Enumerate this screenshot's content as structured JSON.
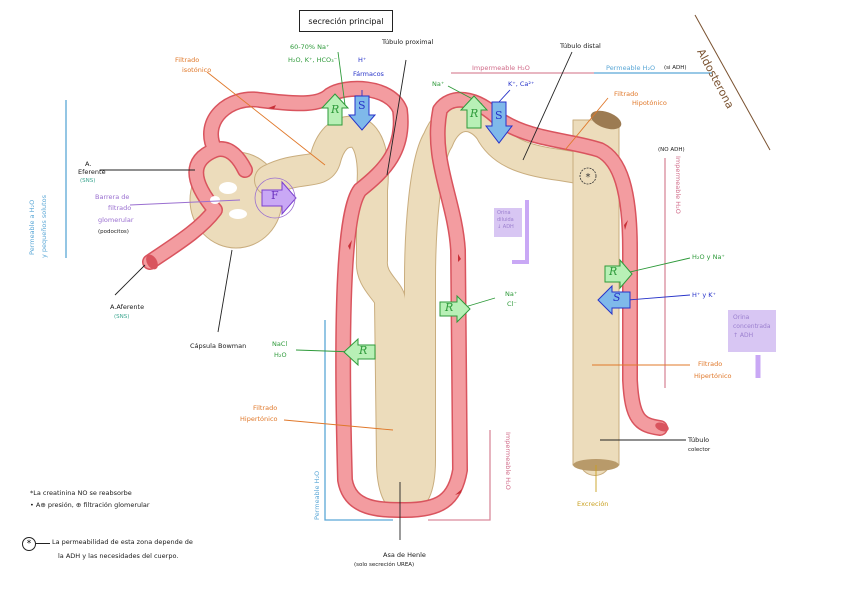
{
  "title": "secreción principal",
  "labels": {
    "tubulo_proximal": "Túbulo proximal",
    "tubulo_distal": "Túbulo distal",
    "tubulo_colector": [
      "Túbulo",
      "colector"
    ],
    "asa_henle": [
      "Asa de Henle",
      "(solo secreción UREA)"
    ],
    "capsula_bowman": "Cápsula Bowman",
    "a_eferente": [
      "A.",
      "Eferente",
      "(SNS)"
    ],
    "a_aferente": [
      "A.Aferente",
      "(SNS)"
    ],
    "barrera": [
      "Barrera de",
      "filtrado",
      "glomerular",
      "(podocitos)"
    ],
    "permeable_lateral": [
      "Permeable a H₂O",
      "y pequeños solutos"
    ],
    "aldosterona": "Aldosterona",
    "excrecion": "Excreción",
    "orina_concentrada": [
      "Orina",
      "concentrada",
      "↑ ADH"
    ],
    "orina_diluida": [
      "Orina",
      "diluida",
      "↓ ADH"
    ],
    "no_adh": "(NO ADH)"
  },
  "permeability": {
    "impermeable_top": "Impermeable H₂O",
    "permeable_top": "Permeable H₂O",
    "permeable_top_note": "(si ADH)",
    "impermeable_right": "Impermeable H₂O",
    "permeable_henle": "Permeable H₂O",
    "impermeable_henle": "Impermeable H₂O"
  },
  "filtrado": {
    "isotonico": [
      "Filtrado",
      "isotónico"
    ],
    "hipertonico_henle": [
      "Filtrado",
      "Hipertónico"
    ],
    "hipotonico_distal": [
      "Filtrado",
      "Hipotónico"
    ],
    "hipertonico_colector": [
      "Filtrado",
      "Hipertónico"
    ]
  },
  "transport": {
    "proximal_R": [
      "60-70% Na⁺",
      "H₂O, K⁺, HCO₃⁻"
    ],
    "proximal_S": [
      "H⁺",
      "Fármacos"
    ],
    "distal_R": "Na⁺",
    "distal_S": "K⁺, Ca²⁺",
    "henle_desc_R": [
      "NaCl",
      "H₂O"
    ],
    "henle_asc_R": [
      "Na⁺",
      "Cl⁻"
    ],
    "colector_R": "H₂O y Na⁺",
    "colector_S": "H⁺ y K⁺"
  },
  "arrow_letters": {
    "reabsorption": "R",
    "secretion": "S",
    "filtration": "F"
  },
  "notes": [
    "*La creatinina NO se reabsorbe",
    "• A⊕ presión, ⊕ filtración glomerular"
  ],
  "footnote": [
    "La permeabilidad de esta zona depende de",
    "la ADH y las necesidades del cuerpo."
  ],
  "footnote_symbol": "*",
  "colors": {
    "tubule": "#ecdcbb",
    "tubule_edge": "#c9ad7e",
    "vessel": "#f07f86",
    "vessel_edge": "#d9545e",
    "reabsorption": "#b8f0b6",
    "secretion": "#7fb9ea",
    "filtration": "#c9a8f5"
  }
}
